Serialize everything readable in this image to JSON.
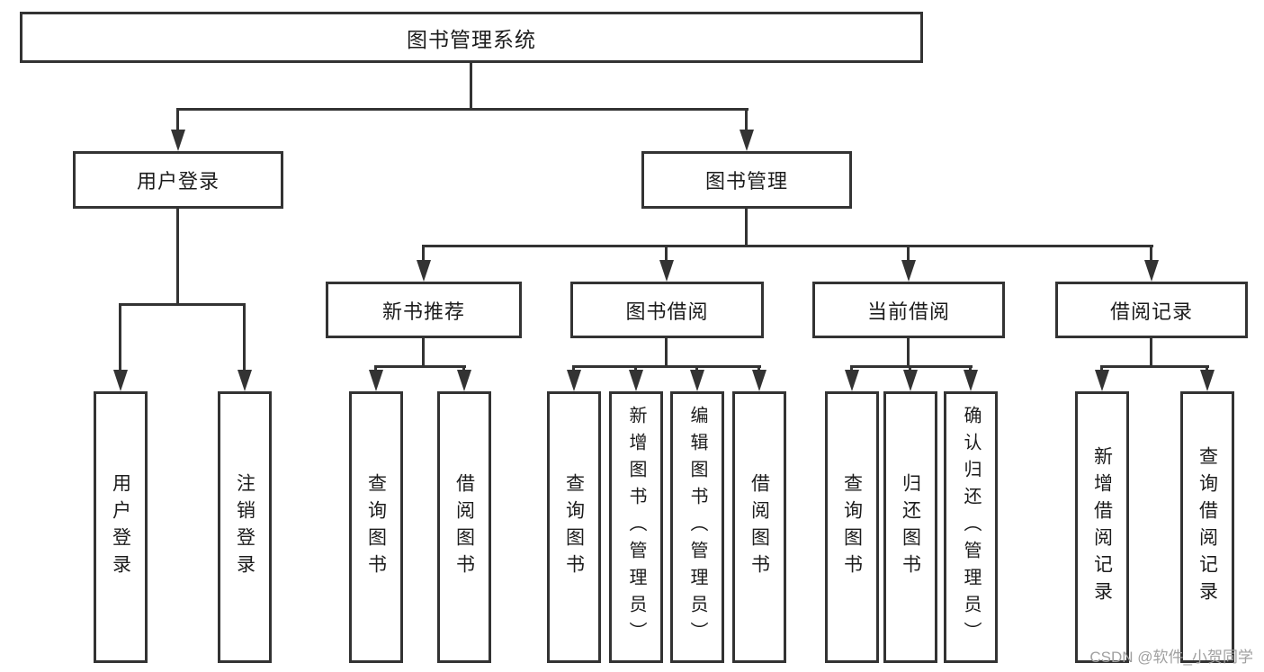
{
  "title": "图书管理系统",
  "watermark": "CSDN @软件_小贺同学",
  "colors": {
    "line": "#333333",
    "box_border": "#333333",
    "text": "#1c1c1c",
    "watermark": "#a0a0a0",
    "background": "#ffffff"
  },
  "tree": {
    "label": "图书管理系统",
    "children": [
      {
        "label": "用户登录",
        "children": [
          {
            "label": "用户登录"
          },
          {
            "label": "注销登录"
          }
        ]
      },
      {
        "label": "图书管理",
        "children": [
          {
            "label": "新书推荐",
            "children": [
              {
                "label": "查询图书"
              },
              {
                "label": "借阅图书"
              }
            ]
          },
          {
            "label": "图书借阅",
            "children": [
              {
                "label": "查询图书"
              },
              {
                "label": "新增图书（管理员）"
              },
              {
                "label": "编辑图书（管理员）"
              },
              {
                "label": "借阅图书"
              }
            ]
          },
          {
            "label": "当前借阅",
            "children": [
              {
                "label": "查询图书"
              },
              {
                "label": "归还图书"
              },
              {
                "label": "确认归还（管理员）"
              }
            ]
          },
          {
            "label": "借阅记录",
            "children": [
              {
                "label": "新增借阅记录"
              },
              {
                "label": "查询借阅记录"
              }
            ]
          }
        ]
      }
    ]
  }
}
